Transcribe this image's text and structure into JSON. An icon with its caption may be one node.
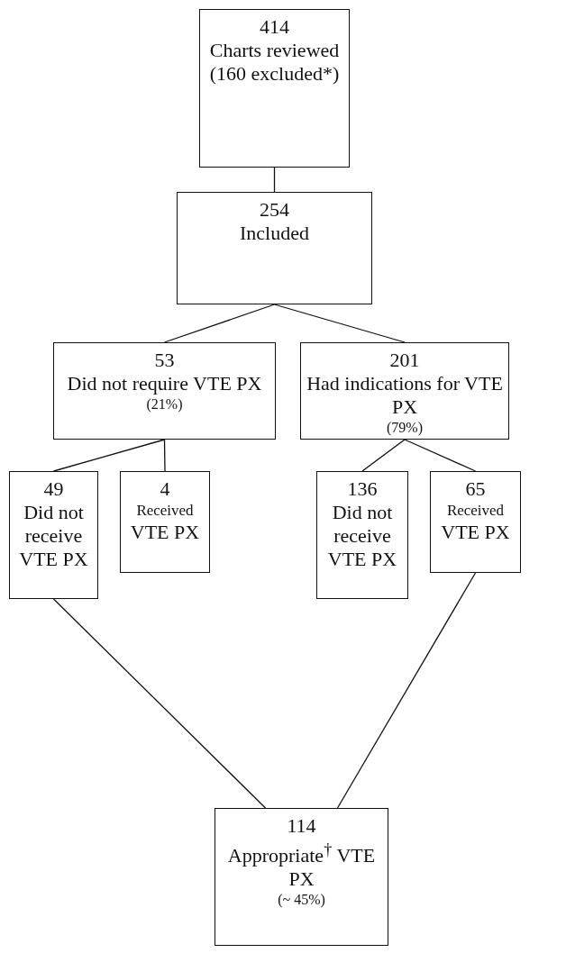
{
  "diagram": {
    "nodes": [
      {
        "text": [
          "414",
          "Charts reviewed",
          "(160 excluded*)"
        ]
      },
      {
        "text": [
          "254",
          "Included"
        ]
      },
      {
        "text": [
          "53",
          "Did not require VTE PX",
          "(21%)"
        ]
      },
      {
        "text": [
          "201",
          "Had indications for VTE PX",
          "(79%)"
        ]
      },
      {
        "text": [
          "49",
          "Did not receive VTE PX"
        ]
      },
      {
        "text": [
          "4",
          "Received",
          "VTE PX"
        ]
      },
      {
        "text": [
          "136",
          "Did not receive VTE PX"
        ]
      },
      {
        "text": [
          "65",
          "Received",
          "VTE PX"
        ]
      },
      {
        "text": [
          "114",
          "Appropriate$^{†}$ VTE PX",
          "(~ 45%)"
        ]
      }
    ],
    "edges": [
      {
        "from": 0,
        "to": 1,
        "arrow": "none"
      },
      {
        "from": 1,
        "to": 2,
        "arrow": "none"
      },
      {
        "from": 1,
        "to": 3,
        "arrow": "none"
      },
      {
        "from": 2,
        "to": 4,
        "arrow": "none"
      },
      {
        "from": 2,
        "to": 5,
        "arrow": "none"
      },
      {
        "from": 3,
        "to": 6,
        "arrow": "none"
      },
      {
        "from": 3,
        "to": 7,
        "arrow": "none"
      },
      {
        "from": 4,
        "to": 8,
        "arrow": "none"
      },
      {
        "from": 7,
        "to": 8,
        "arrow": "none"
      }
    ]
  }
}
